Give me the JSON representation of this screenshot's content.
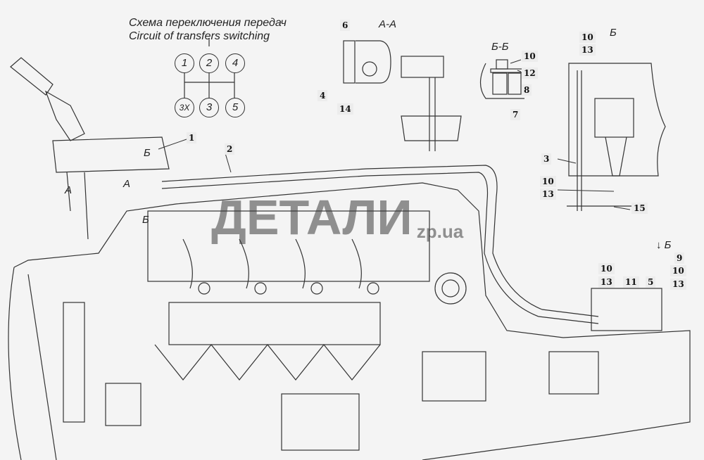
{
  "diagram": {
    "title_ru": "Схема переключения передач",
    "title_en": "Circuit of transfers switching",
    "gear_positions": [
      "1",
      "2",
      "4",
      "3Х",
      "3",
      "5"
    ],
    "section_labels": {
      "aa": "А-А",
      "bb": "Б-Б",
      "view_b": "Б",
      "view_b_arrow": "↓ Б",
      "marker_a1": "А",
      "marker_a2": "А",
      "marker_b1": "Б",
      "marker_b2": "Б"
    },
    "callouts": [
      "1",
      "2",
      "3",
      "4",
      "5",
      "6",
      "7",
      "8",
      "9",
      "10",
      "11",
      "12",
      "13",
      "14",
      "15"
    ],
    "callout_text": {
      "c1": "1",
      "c2": "2",
      "c6": "6",
      "c4": "4",
      "c14": "14",
      "bb10": "10",
      "bb12": "12",
      "bb8": "8",
      "bb7": "7",
      "vb10a": "10",
      "vb13a": "13",
      "vb3": "3",
      "vb10b": "10",
      "vb13b": "13",
      "vb15": "15",
      "r9": "9",
      "r10a": "10",
      "r13a": "13",
      "r10b": "10",
      "r13b": "13",
      "r11": "11",
      "r5": "5"
    },
    "watermark": {
      "main": "ДЕТАЛИ",
      "domain": "zp.ua"
    }
  }
}
